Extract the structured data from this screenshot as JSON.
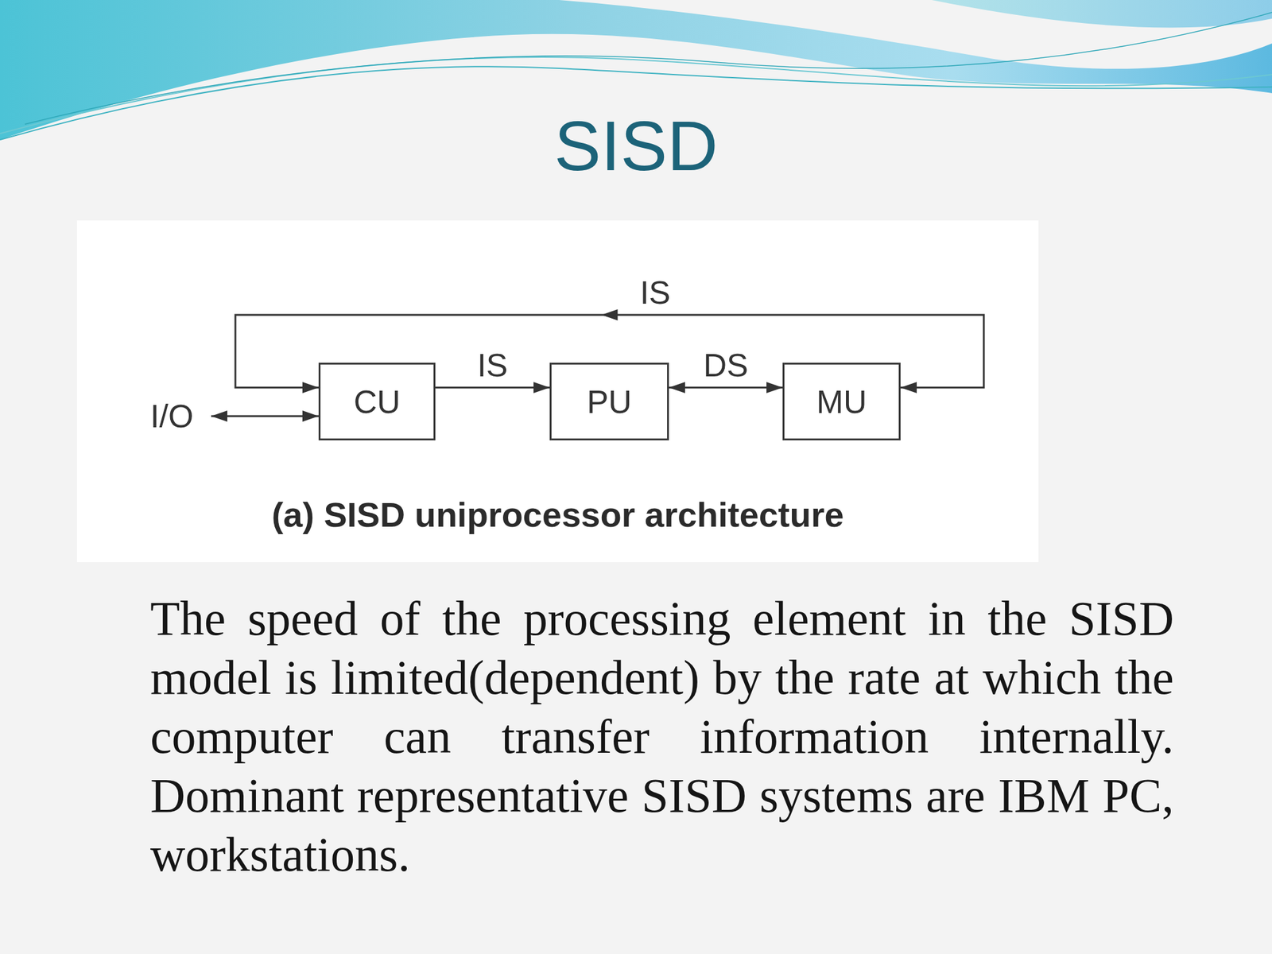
{
  "diagram": {
    "title": "SISD",
    "caption": "(a) SISD uniprocessor architecture",
    "nodes": [
      {
        "text": [
          "CU"
        ]
      },
      {
        "text": [
          "PU"
        ]
      },
      {
        "text": [
          "MU"
        ]
      }
    ],
    "edges": [
      {
        "from": 0,
        "to": 1,
        "label": "IS",
        "arrow": "to"
      },
      {
        "from": 1,
        "to": 2,
        "label": "DS",
        "arrow": "both"
      },
      {
        "from": 2,
        "to": 0,
        "label": "IS",
        "arrow": "both"
      }
    ],
    "labels": [
      "I/O",
      "The speed of the processing element in the SISD model is limited(dependent) by the rate at which the computer can transfer information internally. Dominant representative SISD systems are IBM PC, workstations."
    ]
  }
}
